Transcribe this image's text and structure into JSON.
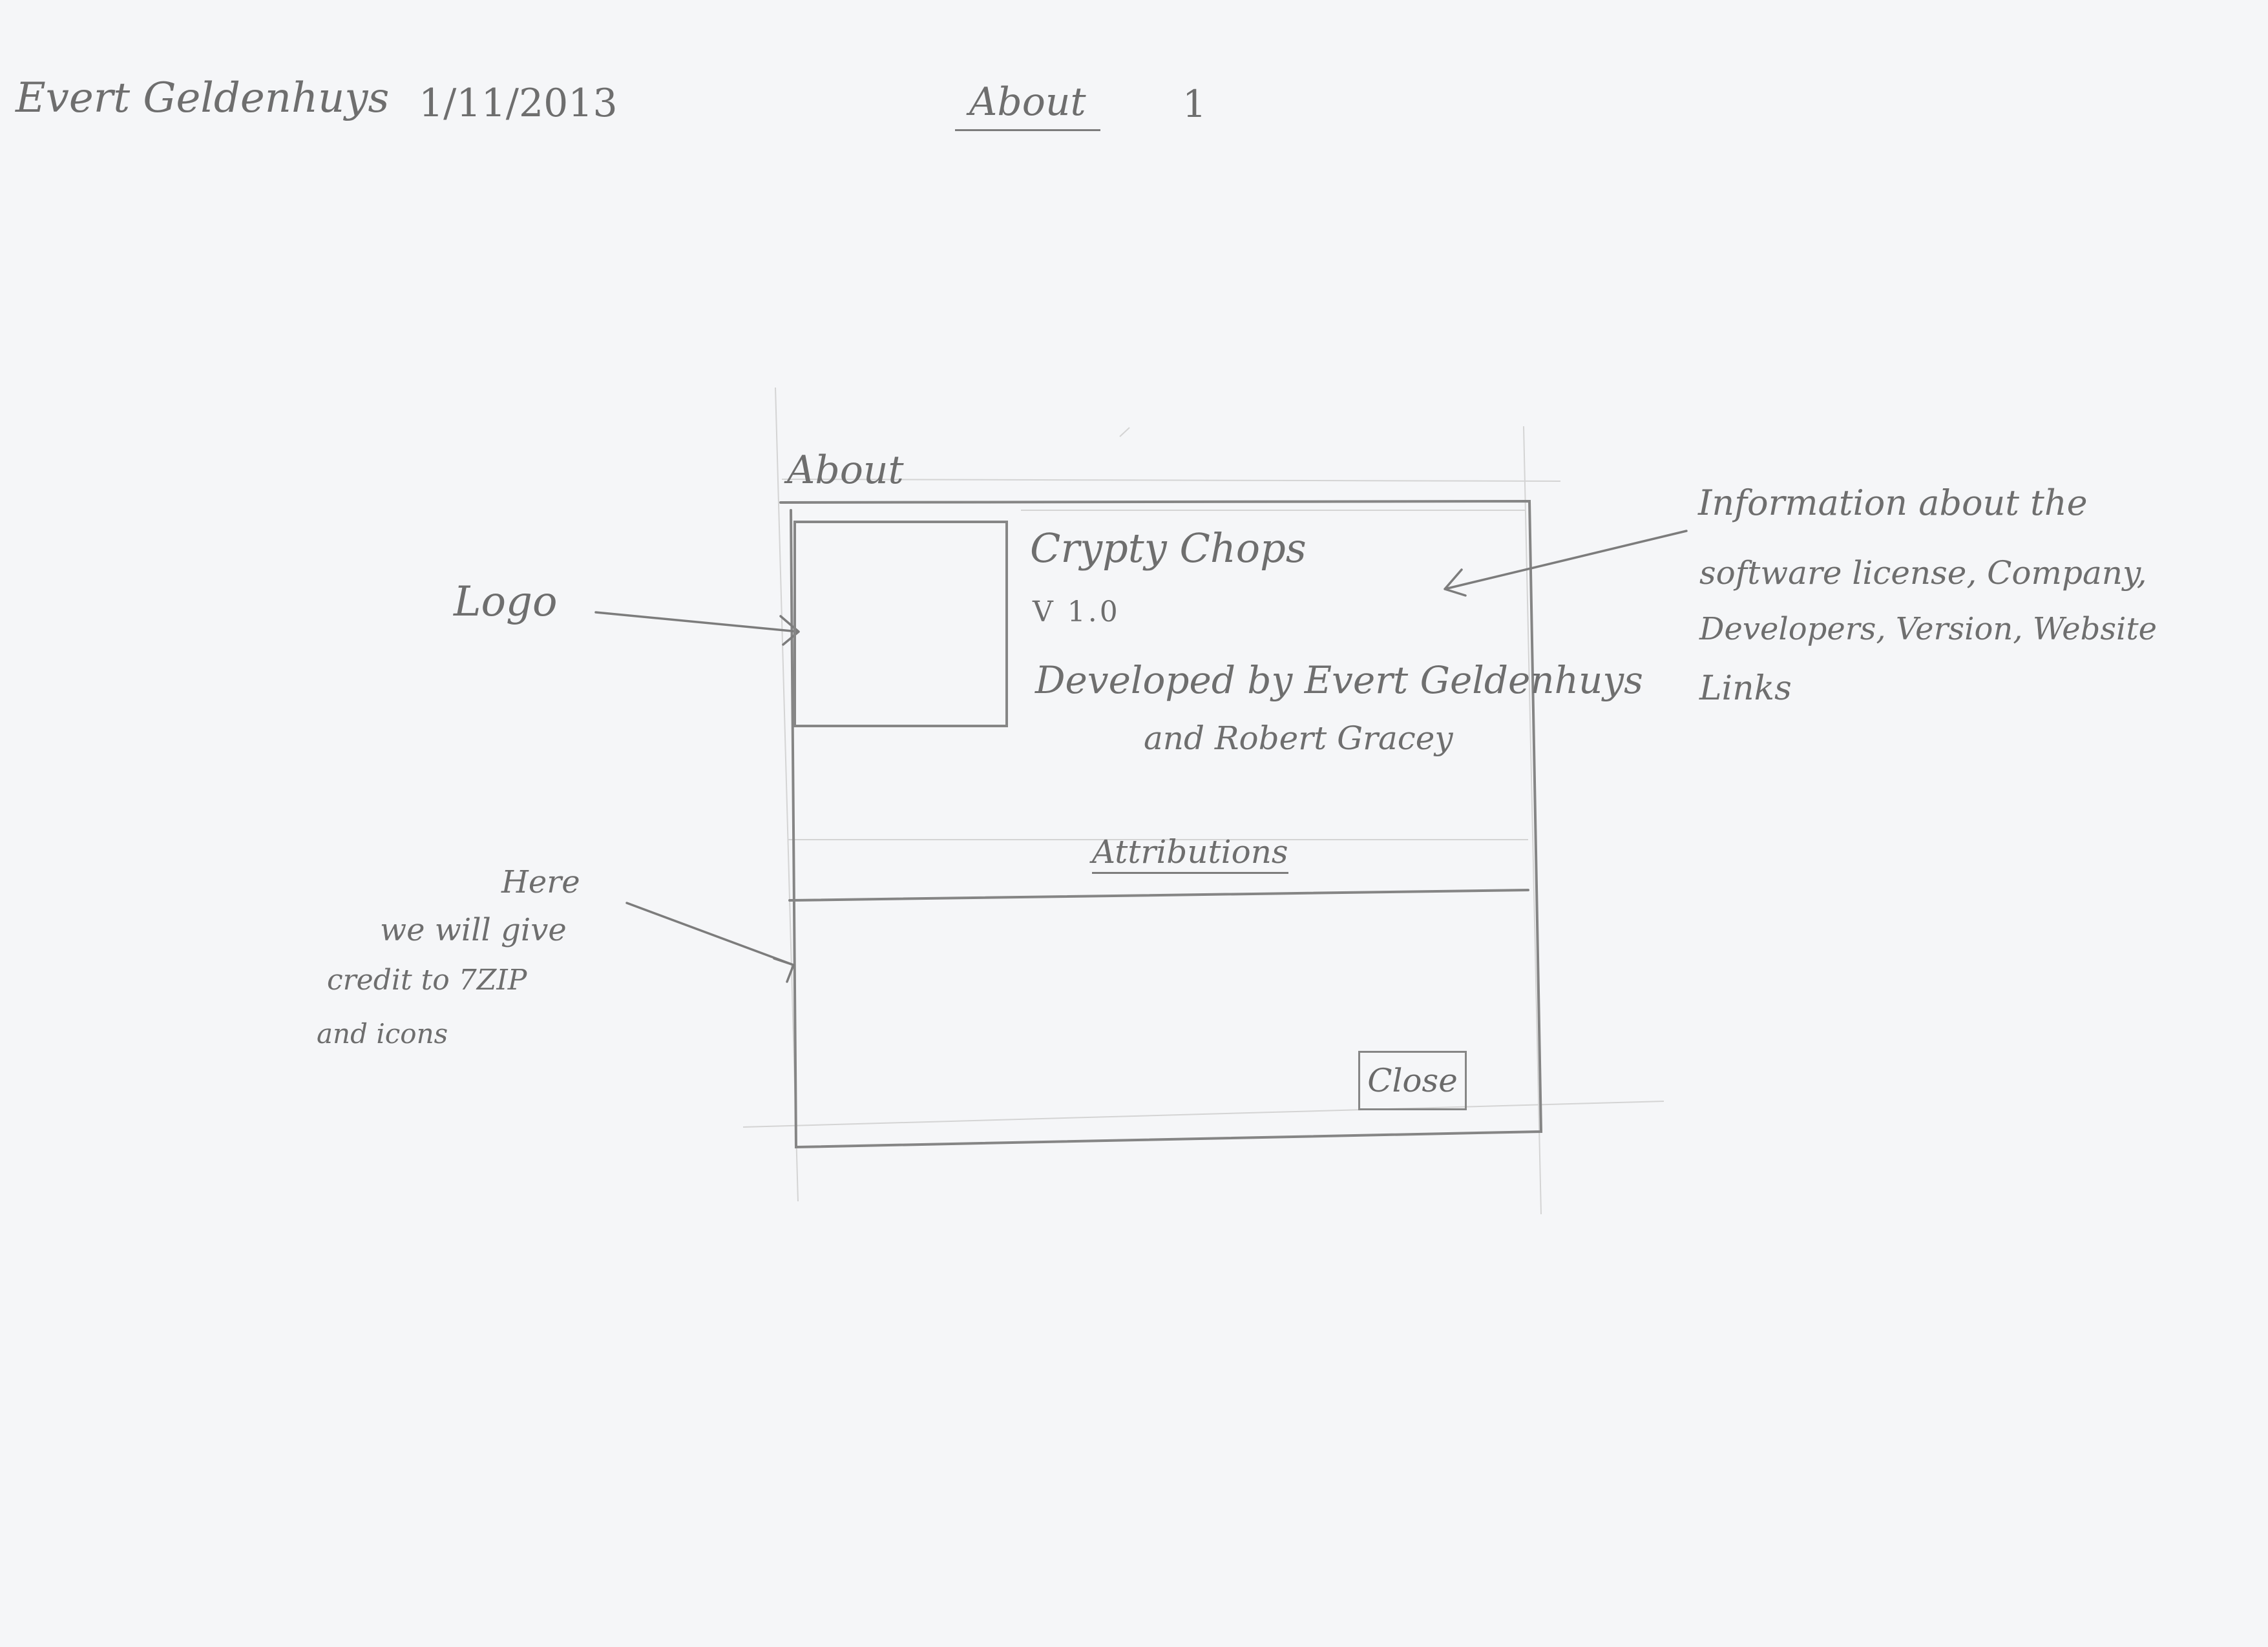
{
  "header": {
    "author": "Evert Geldenhuys",
    "date": "1/11/2013",
    "page_title": "About",
    "page_number": "1"
  },
  "window": {
    "title": "About"
  },
  "app_info": {
    "name": "Crypty Chops",
    "version": "V 1.0",
    "developed_by": "Developed by Evert Geldenhuys",
    "and_developer": "and Robert Gracey"
  },
  "attributions": {
    "heading": "Attributions"
  },
  "close_button": {
    "label": "Close"
  },
  "annotations": {
    "logo": "Logo",
    "info_lines": [
      "Information about the",
      "software license, Company,",
      "Developers, Version, Website",
      "Links"
    ],
    "credit_lines": [
      "Here",
      "we will give",
      "credit to 7ZIP",
      "and icons"
    ]
  }
}
